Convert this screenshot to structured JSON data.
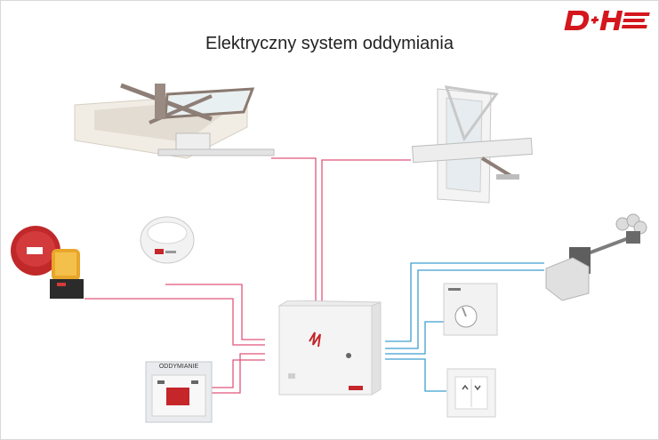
{
  "title": "Elektryczny system oddymiania",
  "logo": {
    "text": "D+H",
    "color": "#d4161d",
    "name": "dh-logo"
  },
  "wire_colors": {
    "alarm": "#e0567a",
    "control": "#3e9fd0"
  },
  "devices": {
    "roof_hatch": "roof-smoke-vent-with-actuator",
    "window": "window-with-chain-actuator",
    "bell_beacon": "alarm-bell-and-beacon",
    "smoke_detector": "smoke-detector",
    "control_panel": "smoke-control-panel",
    "weather_station": "wind-rain-sensor",
    "thermostat": "room-thermostat",
    "vent_switch": "ventilation-switch",
    "call_point": {
      "label": "ODDYMIANIE",
      "name": "manual-call-point"
    }
  }
}
